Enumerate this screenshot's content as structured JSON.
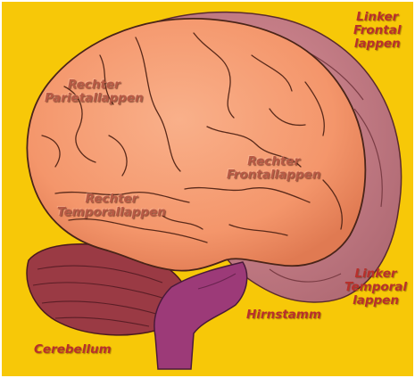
{
  "diagram": {
    "background_color": "#f7c808",
    "colors": {
      "right_hemisphere": "#f4966b",
      "left_hemisphere": "#c98088",
      "cerebellum": "#9a3a44",
      "brainstem": "#9c3a78",
      "label_text": "#b8302c"
    },
    "labels": {
      "linker_frontallappen": [
        "Linker",
        "Frontal",
        "lappen"
      ],
      "rechter_parietallappen": [
        "Rechter",
        "Parietallappen"
      ],
      "rechter_frontallappen": [
        "Rechter",
        "Frontallappen"
      ],
      "rechter_temporallappen": [
        "Rechter",
        "Temporallappen"
      ],
      "linker_temporallappen": [
        "Linker",
        "Temporal",
        "lappen"
      ],
      "hirnstamm": "Hirnstamm",
      "cerebellum": "Cerebellum"
    }
  }
}
